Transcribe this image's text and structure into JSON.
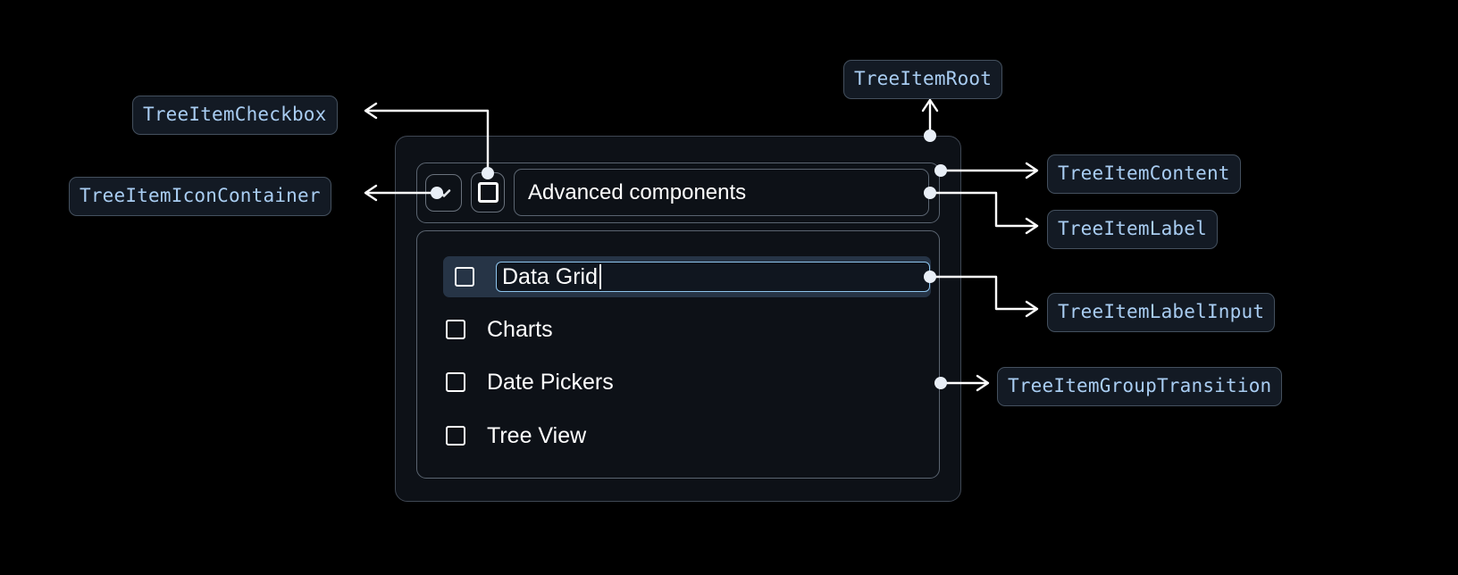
{
  "annotations": [
    {
      "id": "checkbox",
      "label": "TreeItemCheckbox"
    },
    {
      "id": "icon_container",
      "label": "TreeItemIconContainer"
    },
    {
      "id": "root",
      "label": "TreeItemRoot"
    },
    {
      "id": "content",
      "label": "TreeItemContent"
    },
    {
      "id": "label",
      "label": "TreeItemLabel"
    },
    {
      "id": "label_input",
      "label": "TreeItemLabelInput"
    },
    {
      "id": "group_transition",
      "label": "TreeItemGroupTransition"
    }
  ],
  "tree": {
    "parent": {
      "label": "Advanced components",
      "expand_icon": "chevron-down-icon",
      "checkbox_state": "unchecked"
    },
    "children": [
      {
        "label": "Data Grid",
        "checkbox_state": "unchecked",
        "editing": true,
        "selected": true
      },
      {
        "label": "Charts",
        "checkbox_state": "unchecked",
        "editing": false,
        "selected": false
      },
      {
        "label": "Date Pickers",
        "checkbox_state": "unchecked",
        "editing": false,
        "selected": false
      },
      {
        "label": "Tree View",
        "checkbox_state": "unchecked",
        "editing": false,
        "selected": false
      }
    ]
  },
  "colors": {
    "page_background": "#000000",
    "badge_background": "#131a24",
    "badge_border": "#44505e",
    "badge_text": "#a9cdf2",
    "component_background": "#0d1117",
    "component_border": "#5a6470",
    "connector": "#ffffff",
    "selected_row_background": "#263446",
    "input_focus_border": "#8ec5ee",
    "text": "#ffffff"
  }
}
